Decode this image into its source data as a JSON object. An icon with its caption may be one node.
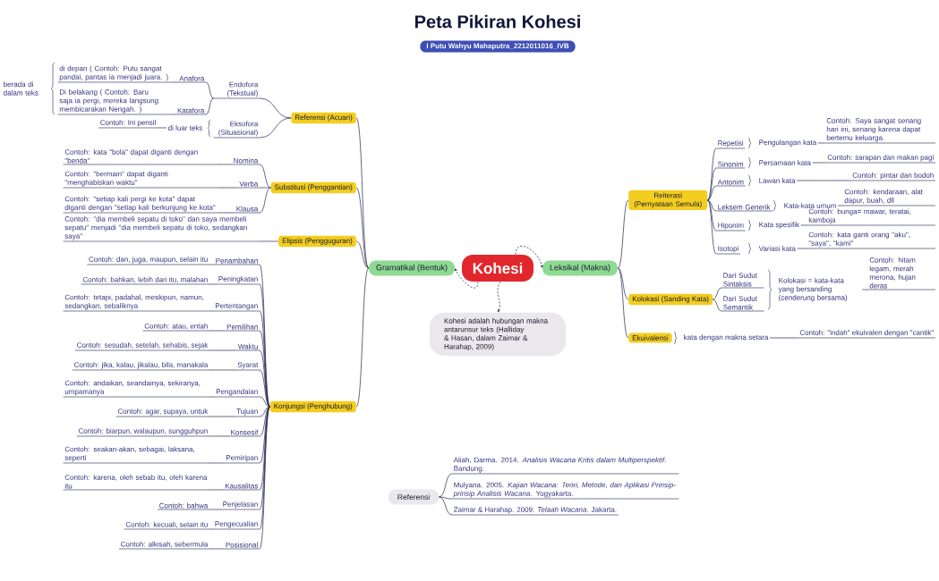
{
  "diagram": {
    "title": "Peta Pikiran Kohesi",
    "nodes": [
      {
        "text": [
          "Kohesi"
        ]
      },
      {
        "text": [
          "Gramatikal (Bentuk)"
        ]
      },
      {
        "text": [
          "Leksikal (Makna)"
        ]
      },
      {
        "text": [
          "Kohesi adalah hubungan makna antarunsur teks (Halliday & Hasan, dalam Zaimar & Harahap, 2009)"
        ]
      },
      {
        "text": [
          "Referensi (Acuan)"
        ]
      },
      {
        "text": [
          "Endofora (Tekstual)"
        ]
      },
      {
        "text": [
          "Anafora"
        ]
      },
      {
        "text": [
          "di depan ( Contoh: Putu sangat pandai, pantas ia menjadi juara. )"
        ]
      },
      {
        "text": [
          "Katafora"
        ]
      },
      {
        "text": [
          "Di belakang ( Contoh: Baru saja ia pergi, mereka langsung membicarakan Nengah. )"
        ]
      },
      {
        "text": [
          "berada di dalam teks"
        ]
      },
      {
        "text": [
          "Eksofora (Situasional)"
        ]
      },
      {
        "text": [
          "di luar teks"
        ]
      },
      {
        "text": [
          "Contoh: Ini pensil"
        ]
      },
      {
        "text": [
          "Substitusi (Penggantian)"
        ]
      },
      {
        "text": [
          "Nomina"
        ]
      },
      {
        "text": [
          "Contoh: kata \"bola\" dapat diganti dengan \"benda\""
        ]
      },
      {
        "text": [
          "Verba"
        ]
      },
      {
        "text": [
          "Contoh: \"bermain\" dapat diganti \"menghabiskan waktu\""
        ]
      },
      {
        "text": [
          "Klausa"
        ]
      },
      {
        "text": [
          "Contoh: \"setiap kali pergi ke kota\" dapat diganti dengan \"setiap kali berkunjung ke kota\""
        ]
      },
      {
        "text": [
          "Elipsis (Pengguguran)"
        ]
      },
      {
        "text": [
          "Contoh: \"dia membeli sepatu di toko\" dan saya membeli sepatu\" menjadi \"dia membeli sepatu di toko, sedangkan saya\""
        ]
      },
      {
        "text": [
          "Konjungsi (Penghubung)"
        ]
      },
      {
        "text": [
          "Penambahan"
        ]
      },
      {
        "text": [
          "Contoh: dan, juga, maupun, selain itu"
        ]
      },
      {
        "text": [
          "Peningkatan"
        ]
      },
      {
        "text": [
          "Contoh: bahkan, lebih dari itu, malahan"
        ]
      },
      {
        "text": [
          "Pertentangan"
        ]
      },
      {
        "text": [
          "Contoh: tetapi, padahal, meskipun, namun, sedangkan, sebaliknya"
        ]
      },
      {
        "text": [
          "Pemilihan"
        ]
      },
      {
        "text": [
          "Contoh: atau, entah"
        ]
      },
      {
        "text": [
          "Waktu"
        ]
      },
      {
        "text": [
          "Contoh: sesudah, setelah, sehabis, sejak"
        ]
      },
      {
        "text": [
          "Syarat"
        ]
      },
      {
        "text": [
          "Contoh: jika, kalau, jikalau, bila, manakala"
        ]
      },
      {
        "text": [
          "Pengandaian"
        ]
      },
      {
        "text": [
          "Contoh: andaikan, seandainya, sekiranya, umpamanya"
        ]
      },
      {
        "text": [
          "Tujuan"
        ]
      },
      {
        "text": [
          "Contoh: agar, supaya, untuk"
        ]
      },
      {
        "text": [
          "Konsesif"
        ]
      },
      {
        "text": [
          "Contoh: biarpun, walaupun, sungguhpun"
        ]
      },
      {
        "text": [
          "Pemiripan"
        ]
      },
      {
        "text": [
          "Contoh: seakan-akan, sebagai, laksana, seperti"
        ]
      },
      {
        "text": [
          "Kausalitas"
        ]
      },
      {
        "text": [
          "Contoh: karena, oleh sebab itu, oleh karena itu"
        ]
      },
      {
        "text": [
          "Penjelasan"
        ]
      },
      {
        "text": [
          "Contoh: bahwa"
        ]
      },
      {
        "text": [
          "Pengecualian"
        ]
      },
      {
        "text": [
          "Contoh: kecuali, selain itu"
        ]
      },
      {
        "text": [
          "Posisional"
        ]
      },
      {
        "text": [
          "Contoh: alkisah, sebermula"
        ]
      },
      {
        "text": [
          "Reiterasi (Pernyataan Semula)"
        ]
      },
      {
        "text": [
          "Repetisi"
        ]
      },
      {
        "text": [
          "Pengulangan kata"
        ]
      },
      {
        "text": [
          "Contoh: Saya sangat senang hari ini, senang karena dapat bertemu keluarga."
        ]
      },
      {
        "text": [
          "Sinonim"
        ]
      },
      {
        "text": [
          "Persamaan kata"
        ]
      },
      {
        "text": [
          "Contoh: sarapan dan makan pagi"
        ]
      },
      {
        "text": [
          "Antonim"
        ]
      },
      {
        "text": [
          "Lawan kata"
        ]
      },
      {
        "text": [
          "Contoh: pintar dan bodoh"
        ]
      },
      {
        "text": [
          "Leksem Generik"
        ]
      },
      {
        "text": [
          "Kata-kata umum"
        ]
      },
      {
        "text": [
          "Contoh: kendaraan, alat dapur, buah, dll"
        ]
      },
      {
        "text": [
          "Hiponim"
        ]
      },
      {
        "text": [
          "Kata spesifik"
        ]
      },
      {
        "text": [
          "Contoh: bunga= mawar, teratai, kamboja"
        ]
      },
      {
        "text": [
          "Isotopi"
        ]
      },
      {
        "text": [
          "Variasi kata"
        ]
      },
      {
        "text": [
          "Contoh: kata ganti orang \"aku\", \"saya\", \"kami\""
        ]
      },
      {
        "text": [
          "Kolokasi (Sanding Kata)"
        ]
      },
      {
        "text": [
          "Dari Sudut Sintaksis"
        ]
      },
      {
        "text": [
          "Dari Sudut Semantik"
        ]
      },
      {
        "text": [
          "Kolokasi = kata-kata yang bersanding (cenderung bersama)"
        ]
      },
      {
        "text": [
          "Contoh: hitam legam, merah merona, hujan deras"
        ]
      },
      {
        "text": [
          "Ekuivalensi"
        ]
      },
      {
        "text": [
          "kata dengan makna setara"
        ]
      },
      {
        "text": [
          "Contoh: \"indah\" ekuivalen dengan \"cantik\""
        ]
      },
      {
        "text": [
          "Referensi"
        ]
      },
      {
        "text": [
          "Aliah, Darma. 2014. *Analisis Wacana Kritis dalam Multiperspektif*. Bandung."
        ]
      },
      {
        "text": [
          "Mulyana. 2005. *Kajian Wacana: Teori, Metode, dan Aplikasi Prinsip-prinsip Analisis Wacana*. Yogyakarta."
        ]
      },
      {
        "text": [
          "Zaimar & Harahap. 2009. *Telaah Wacana*. Jakarta."
        ]
      },
      {
        "text": [
          "I Putu Wahyu Mahaputra_2212011016_IVB"
        ]
      }
    ],
    "edges": [
      {
        "from": 0,
        "to": 1,
        "arrow": "to",
        "style": "dashed"
      },
      {
        "from": 0,
        "to": 2,
        "arrow": "to",
        "style": "dashed"
      },
      {
        "from": 0,
        "to": 3,
        "arrow": "to",
        "style": "dashed"
      },
      {
        "from": 1,
        "to": 4,
        "arrow": "none"
      },
      {
        "from": 1,
        "to": 14,
        "arrow": "none"
      },
      {
        "from": 1,
        "to": 21,
        "arrow": "none"
      },
      {
        "from": 1,
        "to": 23,
        "arrow": "none"
      },
      {
        "from": 4,
        "to": 5,
        "arrow": "none"
      },
      {
        "from": 4,
        "to": 11,
        "arrow": "none"
      },
      {
        "from": 5,
        "to": 6,
        "arrow": "none"
      },
      {
        "from": 5,
        "to": 8,
        "arrow": "none"
      },
      {
        "from": 6,
        "to": 7,
        "arrow": "none"
      },
      {
        "from": 8,
        "to": 9,
        "arrow": "none"
      },
      {
        "from": 12,
        "to": 13,
        "arrow": "none"
      },
      {
        "from": 14,
        "to": 15,
        "arrow": "none"
      },
      {
        "from": 14,
        "to": 17,
        "arrow": "none"
      },
      {
        "from": 14,
        "to": 19,
        "arrow": "none"
      },
      {
        "from": 15,
        "to": 16,
        "arrow": "none"
      },
      {
        "from": 17,
        "to": 18,
        "arrow": "none"
      },
      {
        "from": 19,
        "to": 20,
        "arrow": "none"
      },
      {
        "from": 21,
        "to": 22,
        "arrow": "none"
      },
      {
        "from": 23,
        "to": 24,
        "arrow": "none"
      },
      {
        "from": 23,
        "to": 26,
        "arrow": "none"
      },
      {
        "from": 23,
        "to": 28,
        "arrow": "none"
      },
      {
        "from": 23,
        "to": 30,
        "arrow": "none"
      },
      {
        "from": 23,
        "to": 32,
        "arrow": "none"
      },
      {
        "from": 23,
        "to": 34,
        "arrow": "none"
      },
      {
        "from": 23,
        "to": 36,
        "arrow": "none"
      },
      {
        "from": 23,
        "to": 38,
        "arrow": "none"
      },
      {
        "from": 23,
        "to": 40,
        "arrow": "none"
      },
      {
        "from": 23,
        "to": 42,
        "arrow": "none"
      },
      {
        "from": 23,
        "to": 44,
        "arrow": "none"
      },
      {
        "from": 23,
        "to": 46,
        "arrow": "none"
      },
      {
        "from": 23,
        "to": 48,
        "arrow": "none"
      },
      {
        "from": 23,
        "to": 50,
        "arrow": "none"
      },
      {
        "from": 24,
        "to": 25,
        "arrow": "none"
      },
      {
        "from": 26,
        "to": 27,
        "arrow": "none"
      },
      {
        "from": 28,
        "to": 29,
        "arrow": "none"
      },
      {
        "from": 30,
        "to": 31,
        "arrow": "none"
      },
      {
        "from": 32,
        "to": 33,
        "arrow": "none"
      },
      {
        "from": 34,
        "to": 35,
        "arrow": "none"
      },
      {
        "from": 36,
        "to": 37,
        "arrow": "none"
      },
      {
        "from": 38,
        "to": 39,
        "arrow": "none"
      },
      {
        "from": 40,
        "to": 41,
        "arrow": "none"
      },
      {
        "from": 42,
        "to": 43,
        "arrow": "none"
      },
      {
        "from": 44,
        "to": 45,
        "arrow": "none"
      },
      {
        "from": 46,
        "to": 47,
        "arrow": "none"
      },
      {
        "from": 48,
        "to": 49,
        "arrow": "none"
      },
      {
        "from": 50,
        "to": 51,
        "arrow": "none"
      },
      {
        "from": 2,
        "to": 52,
        "arrow": "none"
      },
      {
        "from": 2,
        "to": 71,
        "arrow": "none"
      },
      {
        "from": 2,
        "to": 76,
        "arrow": "none"
      },
      {
        "from": 52,
        "to": 53,
        "arrow": "none"
      },
      {
        "from": 52,
        "to": 56,
        "arrow": "none"
      },
      {
        "from": 52,
        "to": 59,
        "arrow": "none"
      },
      {
        "from": 52,
        "to": 62,
        "arrow": "none"
      },
      {
        "from": 52,
        "to": 65,
        "arrow": "none"
      },
      {
        "from": 52,
        "to": 68,
        "arrow": "none"
      },
      {
        "from": 54,
        "to": 55,
        "arrow": "none"
      },
      {
        "from": 57,
        "to": 58,
        "arrow": "none"
      },
      {
        "from": 60,
        "to": 61,
        "arrow": "none"
      },
      {
        "from": 63,
        "to": 64,
        "arrow": "none"
      },
      {
        "from": 66,
        "to": 67,
        "arrow": "none"
      },
      {
        "from": 69,
        "to": 70,
        "arrow": "none"
      },
      {
        "from": 71,
        "to": 72,
        "arrow": "none"
      },
      {
        "from": 71,
        "to": 73,
        "arrow": "none"
      },
      {
        "from": 74,
        "to": 75,
        "arrow": "none"
      },
      {
        "from": 77,
        "to": 78,
        "arrow": "none"
      },
      {
        "from": 79,
        "to": 80,
        "arrow": "none"
      },
      {
        "from": 79,
        "to": 81,
        "arrow": "none"
      },
      {
        "from": 79,
        "to": 82,
        "arrow": "none"
      }
    ]
  }
}
